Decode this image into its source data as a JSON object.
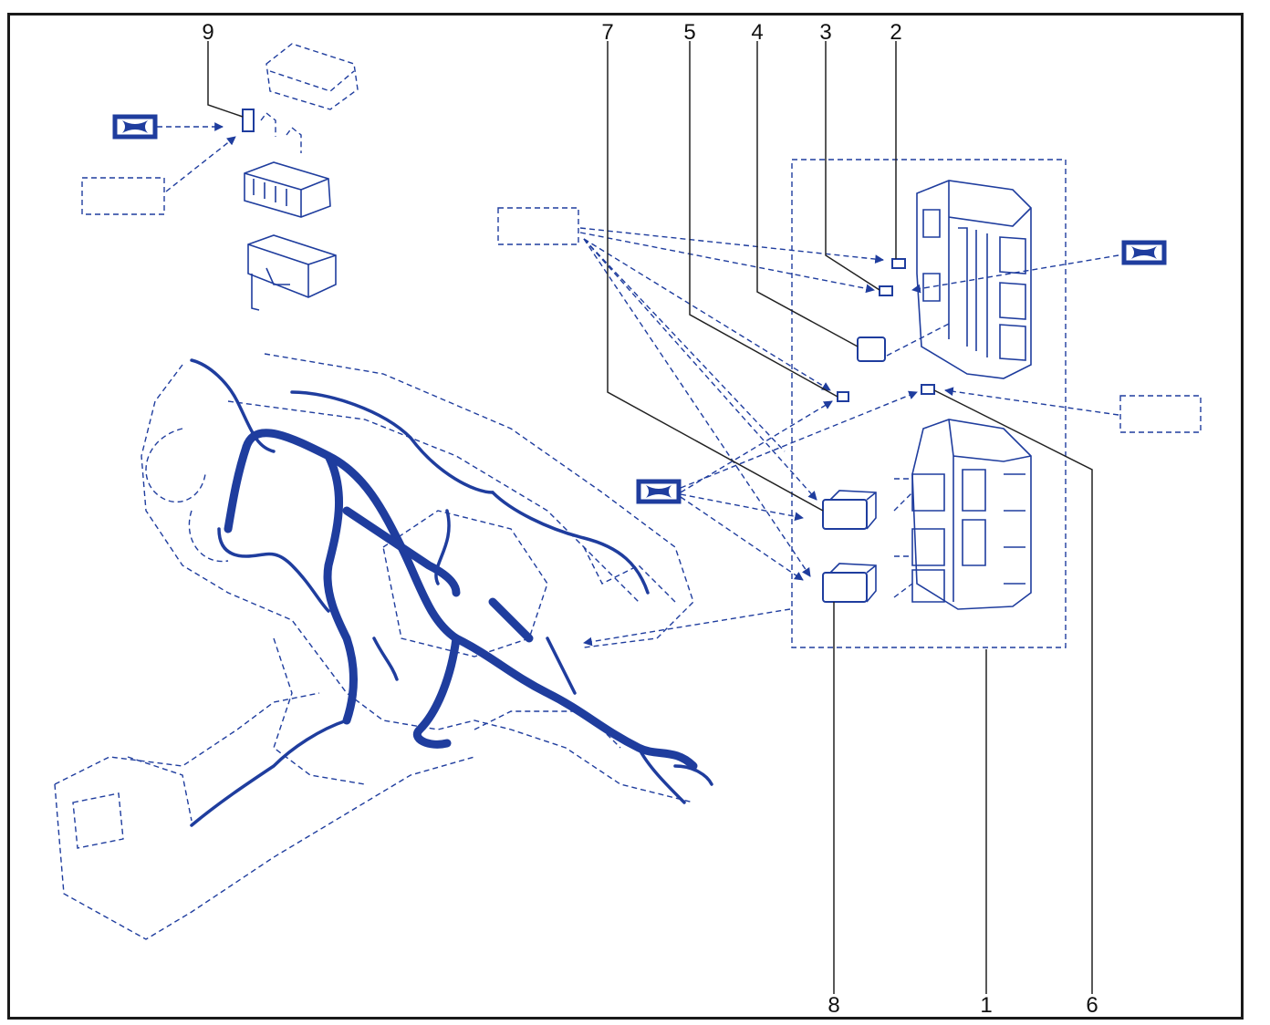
{
  "colors": {
    "diagram_blue": "#1f3d9e",
    "leader_line": "#222222",
    "frame": "#1a1a1a"
  },
  "callouts": {
    "c1": "1",
    "c2": "2",
    "c3": "3",
    "c4": "4",
    "c5": "5",
    "c6": "6",
    "c7": "7",
    "c8": "8",
    "c9": "9"
  },
  "icons": {
    "ref_symbol": "boxed-reference-symbol-icon",
    "empty_label_box": "dashed-label-box"
  }
}
